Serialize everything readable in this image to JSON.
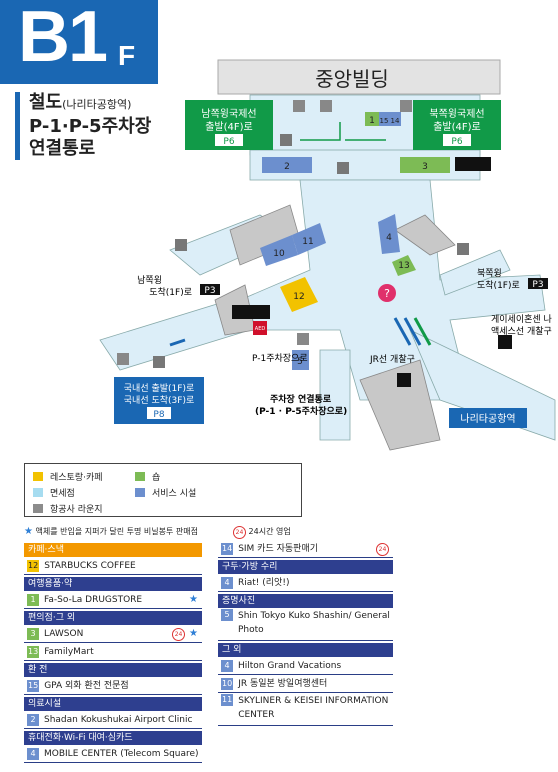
{
  "header": {
    "badge_main": "B1",
    "badge_floor": "F",
    "title_line1": "철도",
    "title_paren": "(나리타공항역)",
    "title_line2": "P-1·P-5주차장",
    "title_line3": "연결통로"
  },
  "map": {
    "building_name": "중앙빌딩",
    "south_wing_box": {
      "line1": "남쪽윙국제선",
      "line2": "출발(4F)로",
      "tag": "P6"
    },
    "north_wing_box": {
      "line1": "북쪽윙국제선",
      "line2": "출발(4F)로",
      "tag": "P6"
    },
    "south_arrival": {
      "line1": "남쪽윙",
      "line2": "도착(1F)로",
      "tag": "P3"
    },
    "north_arrival": {
      "line1": "북쪽윙",
      "line2": "도착(1F)로",
      "tag": "P3"
    },
    "domestic_box": {
      "line1": "국내선 출발(1F)로",
      "line2": "국내선 도착(3F)로",
      "tag": "P8"
    },
    "parking_p1": "P-1주차장으로",
    "parking_link": {
      "line1": "주차장 연결통로",
      "line2": "(P-1 · P-5주차장으로)"
    },
    "jr_gate": "JR선 개찰구",
    "keisei": {
      "line1": "게이세이혼센 나",
      "line2": "액세스선 개찰구"
    },
    "station": "나리타공항역",
    "aed": "AED",
    "numbers": [
      "1",
      "15",
      "14",
      "2",
      "3",
      "10",
      "11",
      "4",
      "13",
      "12",
      "5"
    ]
  },
  "legend": {
    "items": [
      {
        "label": "레스토랑·카페",
        "color": "#f2c200"
      },
      {
        "label": "숍",
        "color": "#7dbb55"
      },
      {
        "label": "면세점",
        "color": "#a6dcf0"
      },
      {
        "label": "서비스 시설",
        "color": "#6c8fce"
      },
      {
        "label": "항공사 라운지",
        "color": "#8c8c8c"
      }
    ],
    "note_star": "액체를 반입을 지퍼가 달린 투명 비닐봉투 판매점",
    "note_24": "24시간 영업"
  },
  "directory_left": [
    {
      "category": "카페·스낵",
      "color": "#f39800",
      "items": [
        {
          "num": "12",
          "name": "STARBUCKS COFFEE",
          "star": false,
          "h24": false,
          "numcolor": "#f2c200"
        }
      ]
    },
    {
      "category": "여행용품·약",
      "color": "#2e3f8f",
      "items": [
        {
          "num": "1",
          "name": "Fa-So-La DRUGSTORE",
          "star": true,
          "h24": false,
          "numcolor": "#7dbb55"
        }
      ]
    },
    {
      "category": "편의점·그 외",
      "color": "#2e3f8f",
      "items": [
        {
          "num": "3",
          "name": "LAWSON",
          "star": true,
          "h24": true,
          "numcolor": "#7dbb55"
        },
        {
          "num": "13",
          "name": "FamilyMart",
          "star": false,
          "h24": false,
          "numcolor": "#7dbb55"
        }
      ]
    },
    {
      "category": "환 전",
      "color": "#2e3f8f",
      "items": [
        {
          "num": "15",
          "name": "GPA 외화 환전 전문점",
          "star": false,
          "h24": false,
          "numcolor": "#6c8fce"
        }
      ]
    },
    {
      "category": "의료시설",
      "color": "#2e3f8f",
      "items": [
        {
          "num": "2",
          "name": "Shadan Kokushukai Airport Clinic",
          "star": false,
          "h24": false,
          "numcolor": "#6c8fce"
        }
      ]
    },
    {
      "category": "휴대전화·Wi-Fi 대여·심카드",
      "color": "#2e3f8f",
      "items": [
        {
          "num": "4",
          "name": "MOBILE CENTER (Telecom Square)",
          "star": false,
          "h24": false,
          "numcolor": "#6c8fce"
        }
      ]
    }
  ],
  "directory_right": [
    {
      "category": "",
      "color": "",
      "items": [
        {
          "num": "14",
          "name": "SIM 카드 자동판매기",
          "star": false,
          "h24": true,
          "numcolor": "#6c8fce"
        }
      ]
    },
    {
      "category": "구두·가방 수리",
      "color": "#2e3f8f",
      "items": [
        {
          "num": "4",
          "name": "Riat! (리앗!)",
          "star": false,
          "h24": false,
          "numcolor": "#6c8fce"
        }
      ]
    },
    {
      "category": "증명사진",
      "color": "#2e3f8f",
      "items": [
        {
          "num": "5",
          "name": "Shin Tokyo Kuko Shashin/ General Photo",
          "star": false,
          "h24": false,
          "numcolor": "#6c8fce"
        }
      ]
    },
    {
      "category": "그 외",
      "color": "#2e3f8f",
      "items": [
        {
          "num": "4",
          "name": "Hilton Grand Vacations",
          "star": false,
          "h24": false,
          "numcolor": "#6c8fce"
        },
        {
          "num": "10",
          "name": "JR 동일본 방일여행센터",
          "star": false,
          "h24": false,
          "numcolor": "#6c8fce"
        },
        {
          "num": "11",
          "name": "SKYLINER & KEISEI INFORMATION CENTER",
          "star": false,
          "h24": false,
          "numcolor": "#6c8fce"
        }
      ]
    }
  ]
}
